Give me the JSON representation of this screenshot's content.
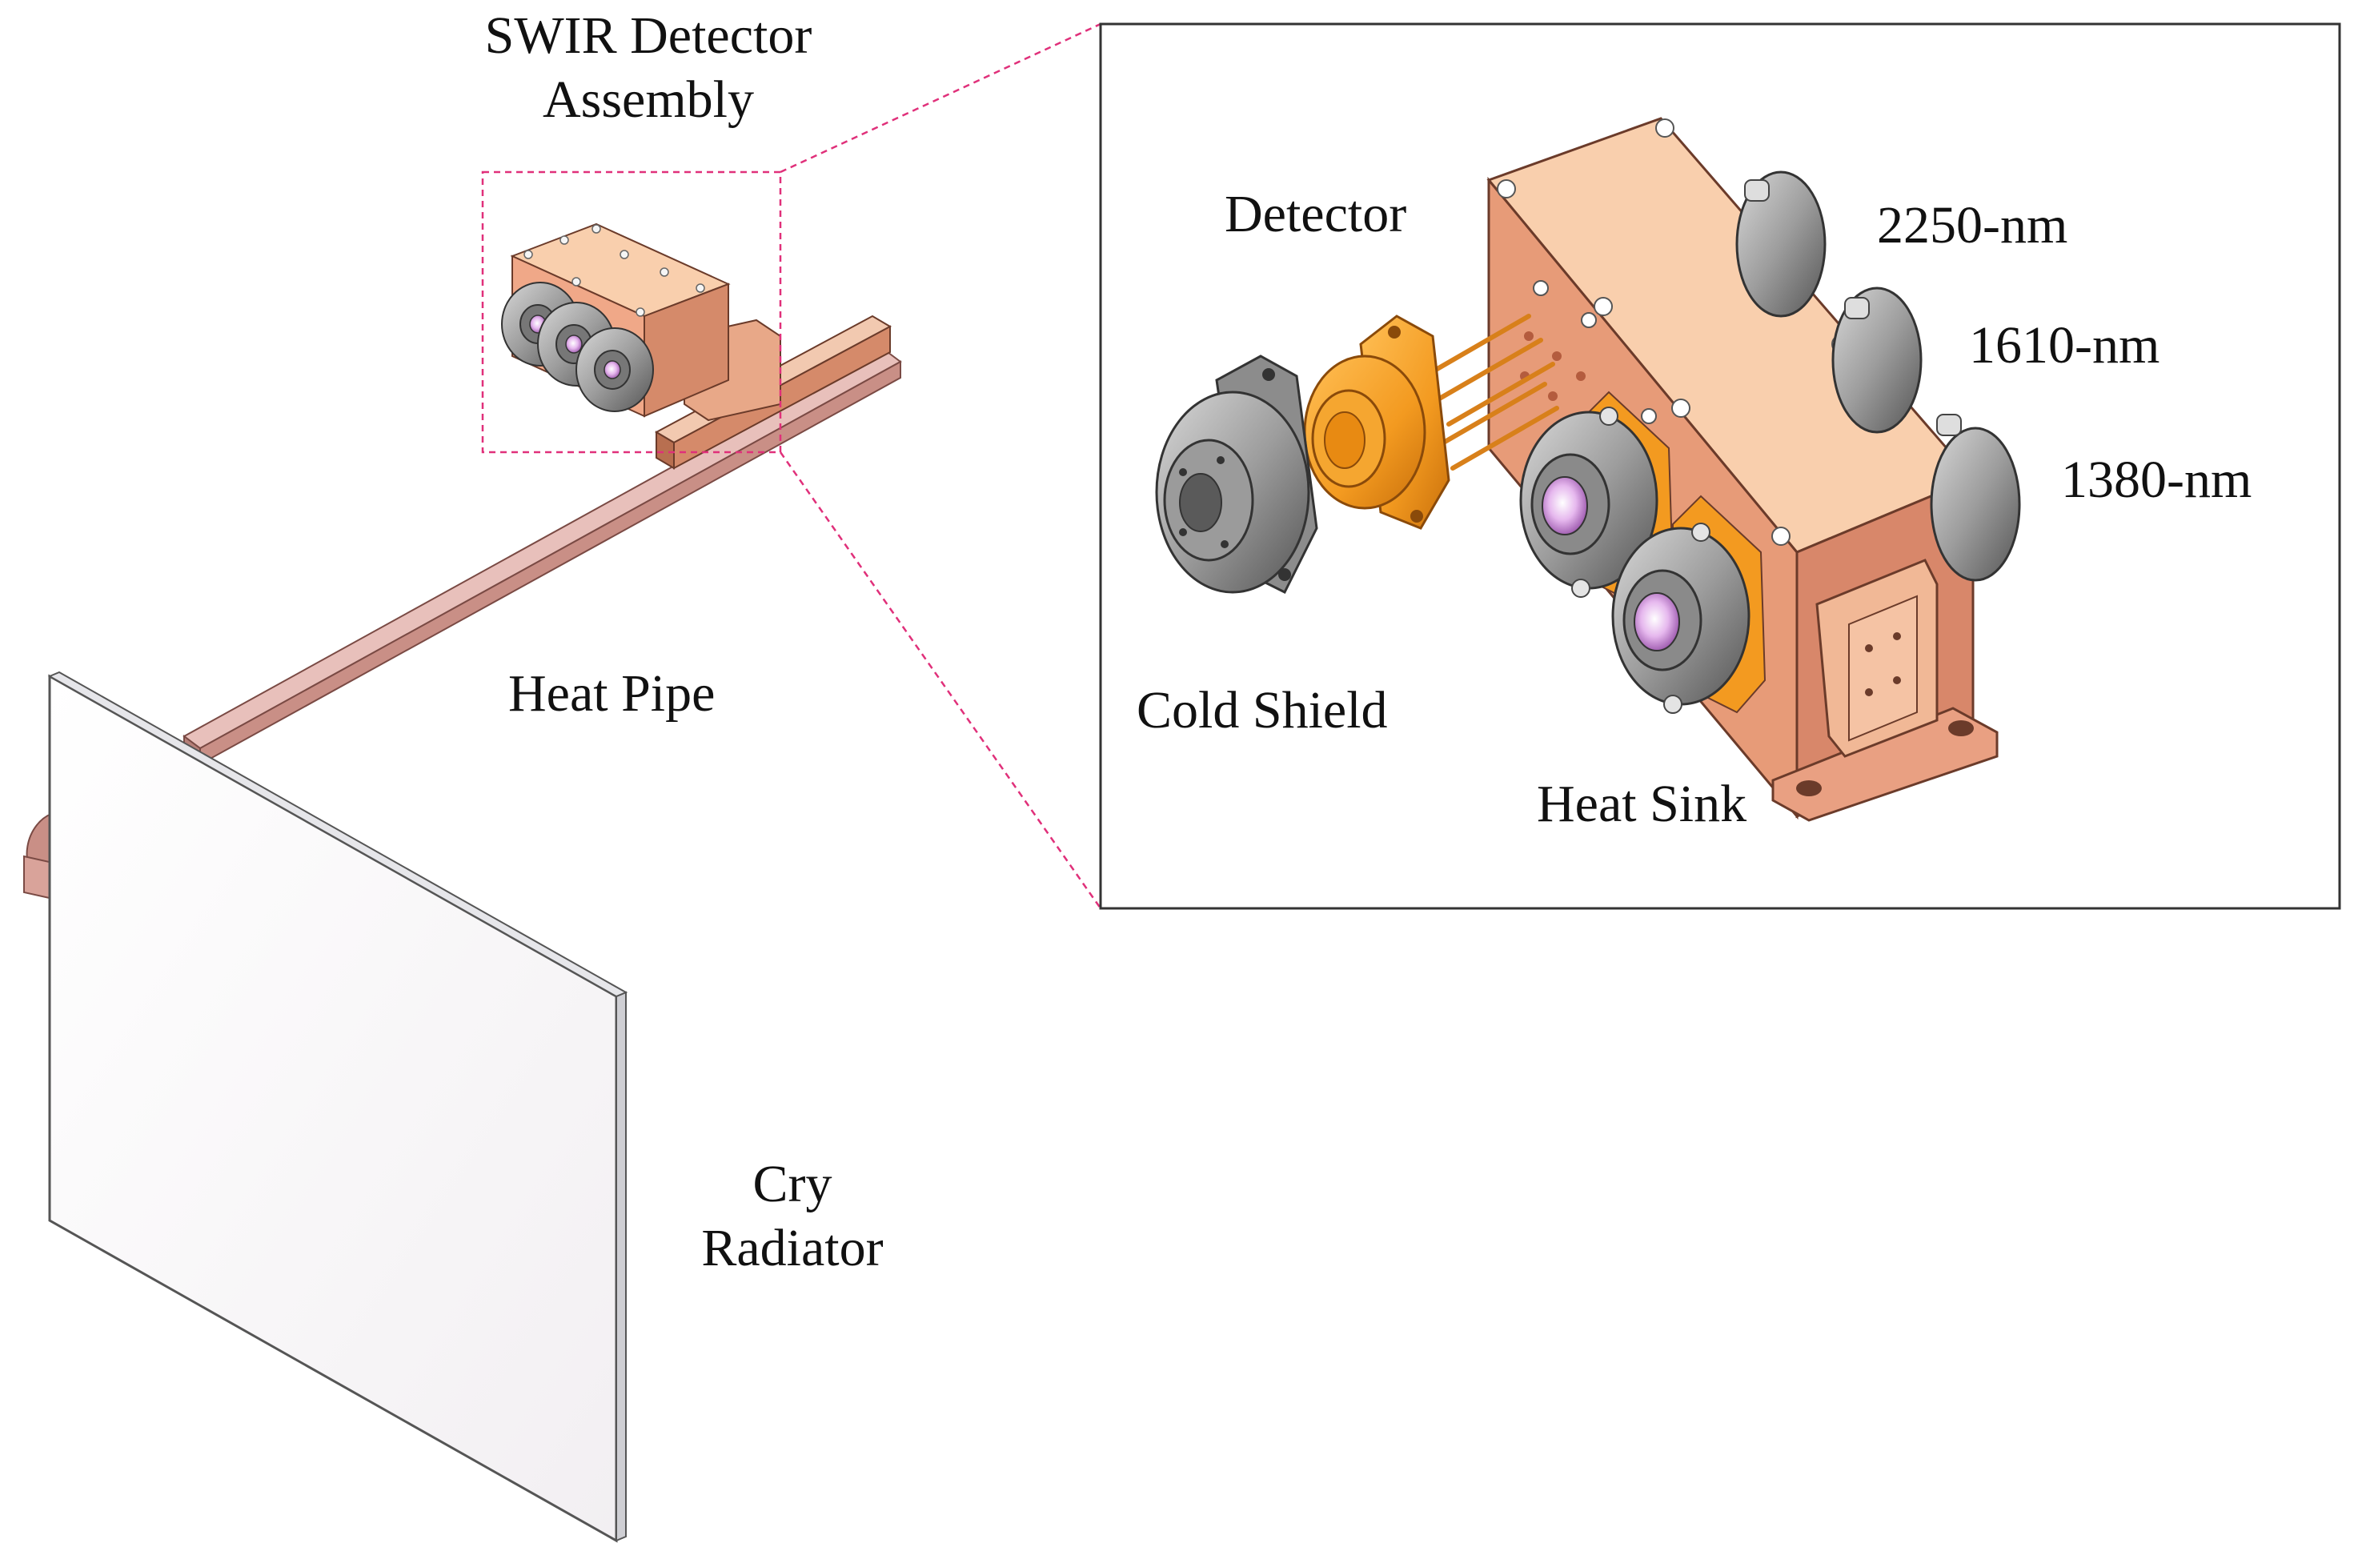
{
  "labels": {
    "swir_line1": "SWIR Detector",
    "swir_line2": "Assembly",
    "heat_pipe": "Heat Pipe",
    "cry_line1": "Cry",
    "cry_line2": "Radiator",
    "detector": "Detector",
    "cold_shield": "Cold Shield",
    "heat_sink": "Heat Sink",
    "band_2250": "2250-nm",
    "band_1610": "1610-nm",
    "band_1380": "1380-nm"
  },
  "colors": {
    "copper": "#f4b898",
    "copper_dark": "#c97a5a",
    "copper_top": "#f9cfad",
    "heat_pipe": "#c98f86",
    "cold_shield_grey": "#9a9a9a",
    "detector_orange": "#f39a20",
    "callout_line": "#e0307a",
    "lens_violet": "#c88ad8"
  }
}
